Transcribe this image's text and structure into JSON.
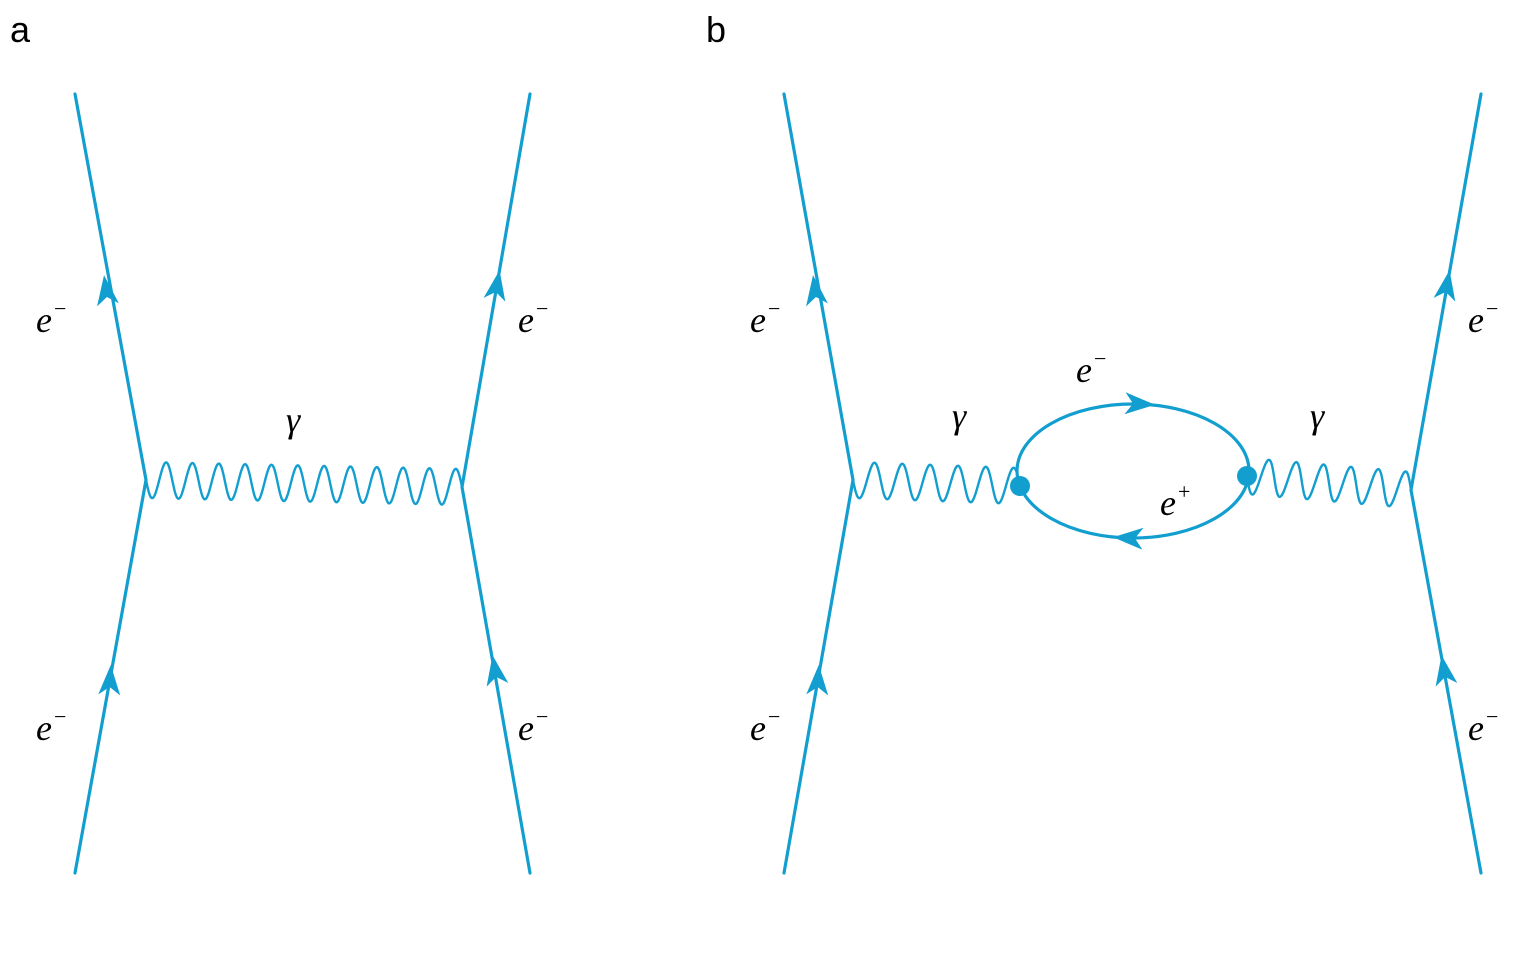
{
  "colors": {
    "line": "#129fd0",
    "text": "#000000"
  },
  "panel_a": {
    "letter": "a",
    "labels": {
      "top_left": {
        "symbol": "e",
        "charge": "−"
      },
      "top_right": {
        "symbol": "e",
        "charge": "−"
      },
      "bottom_left": {
        "symbol": "e",
        "charge": "−"
      },
      "bottom_right": {
        "symbol": "e",
        "charge": "−"
      },
      "photon": {
        "symbol": "γ"
      }
    }
  },
  "panel_b": {
    "letter": "b",
    "labels": {
      "top_left": {
        "symbol": "e",
        "charge": "−"
      },
      "top_right": {
        "symbol": "e",
        "charge": "−"
      },
      "bottom_left": {
        "symbol": "e",
        "charge": "−"
      },
      "bottom_right": {
        "symbol": "e",
        "charge": "−"
      },
      "photon_left": {
        "symbol": "γ"
      },
      "photon_right": {
        "symbol": "γ"
      },
      "loop_top": {
        "symbol": "e",
        "charge": "−"
      },
      "loop_bottom": {
        "symbol": "e",
        "charge": "+"
      }
    }
  }
}
